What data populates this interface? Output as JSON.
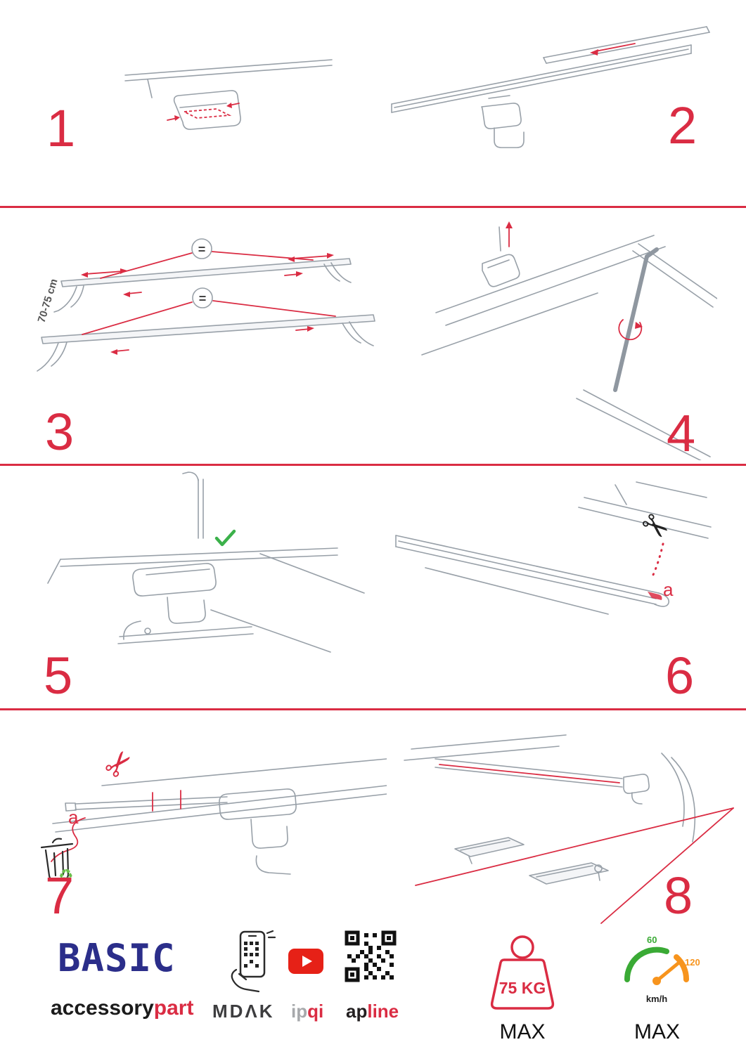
{
  "page": {
    "type": "roof-rack-assembly-instructions"
  },
  "colors": {
    "accent_red": "#da2c43",
    "brand_blue": "#2b2e8a",
    "line_art_gray": "#98a0a8",
    "check_green": "#3bb14a",
    "recycle_green": "#6abf4b",
    "gauge_green": "#3aaa35",
    "gauge_orange": "#f7941d",
    "youtube_red": "#e62117"
  },
  "steps": [
    {
      "number": "1"
    },
    {
      "number": "2"
    },
    {
      "number": "3",
      "measurement": "70-75 cm",
      "equal_symbol": "="
    },
    {
      "number": "4"
    },
    {
      "number": "5"
    },
    {
      "number": "6",
      "cut_label": "a"
    },
    {
      "number": "7",
      "cut_label": "a"
    },
    {
      "number": "8"
    }
  ],
  "icons": {
    "scissors": "✂",
    "recycle": "♻"
  },
  "footer": {
    "brand_name": "BASIC",
    "brand_line_part1": "accessory",
    "brand_line_part2": "part",
    "partner_mdak": "MDΛK",
    "partner_ipqi_part1": "ip",
    "partner_ipqi_part2": "qi",
    "partner_apline_part1": "ap",
    "partner_apline_part2": "line",
    "max_load": "75 KG",
    "max_load_label": "MAX",
    "speed_tick_low": "60",
    "speed_tick_high": "120",
    "speed_unit": "km/h",
    "speed_label": "MAX"
  }
}
